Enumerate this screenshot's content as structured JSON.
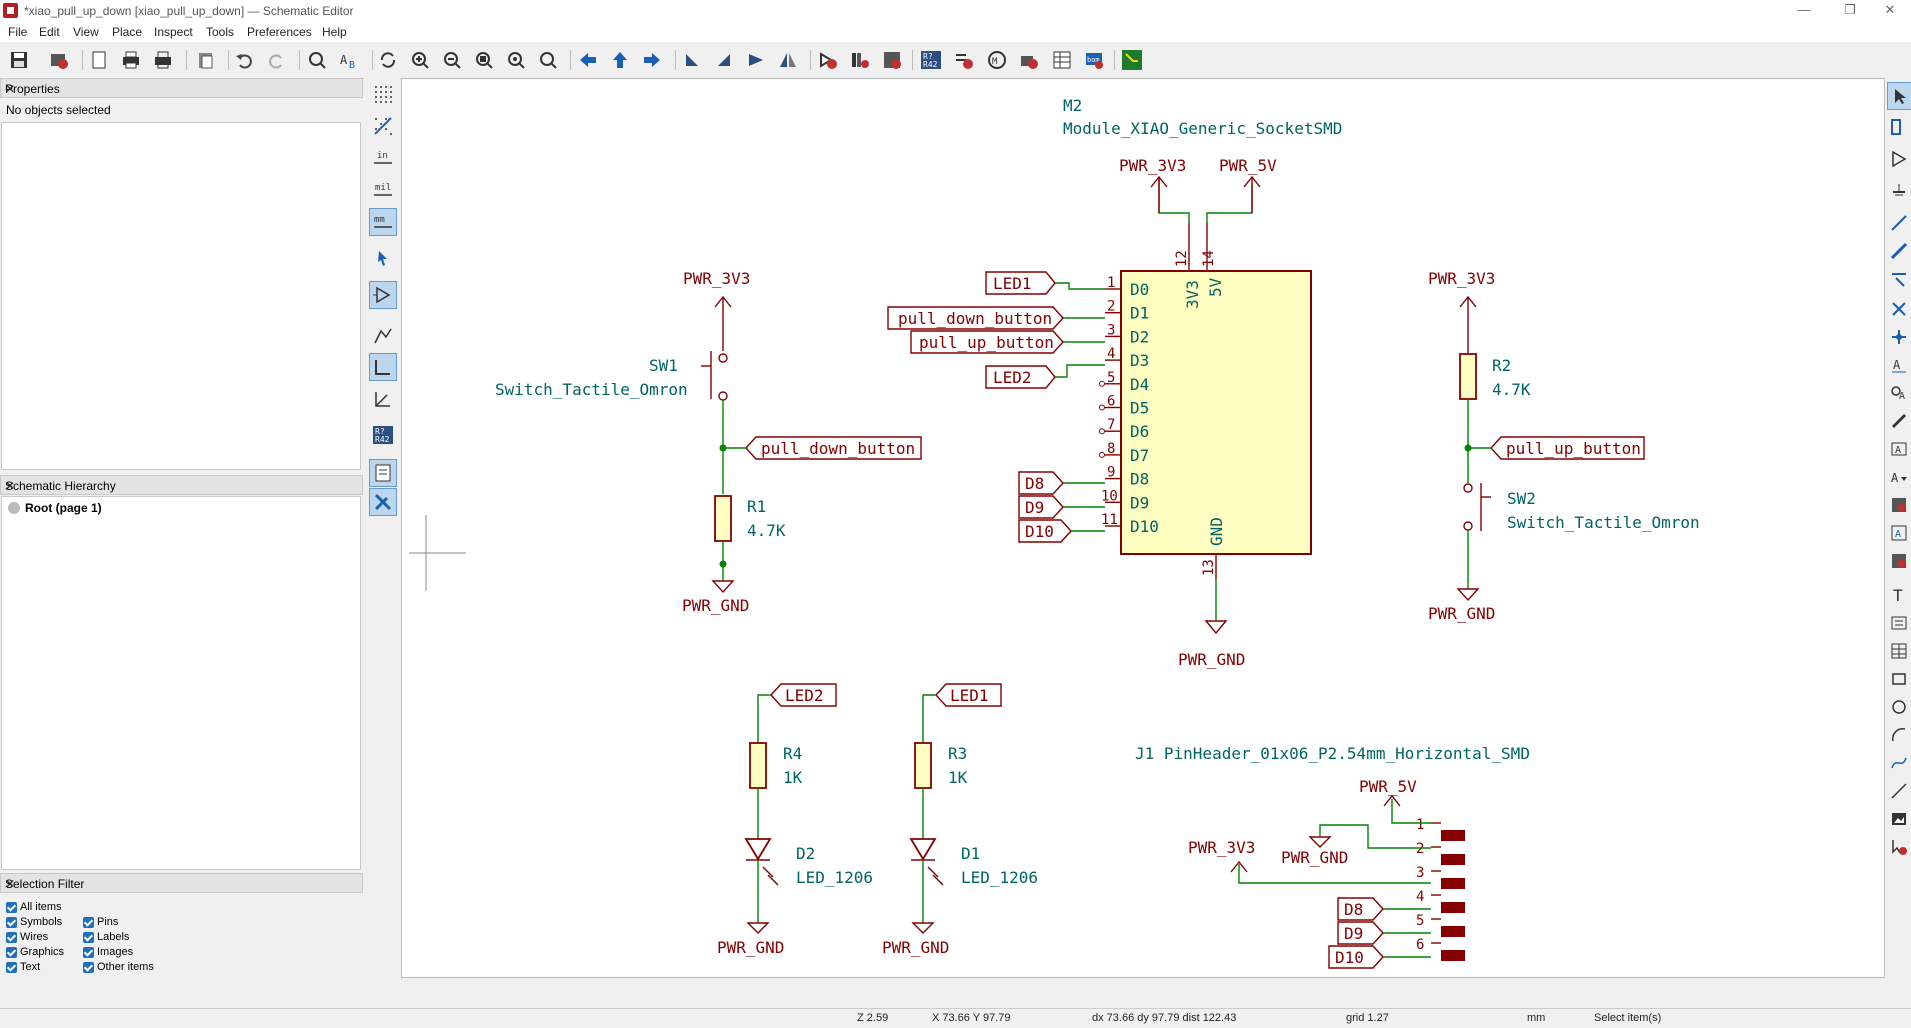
{
  "window": {
    "title": "*xiao_pull_up_down [xiao_pull_up_down] — Schematic Editor"
  },
  "menu": [
    "File",
    "Edit",
    "View",
    "Place",
    "Inspect",
    "Tools",
    "Preferences",
    "Help"
  ],
  "properties": {
    "title": "Properties",
    "status": "No objects selected"
  },
  "hierarchy": {
    "title": "Schematic Hierarchy",
    "root": "Root (page 1)"
  },
  "filter": {
    "title": "Selection Filter",
    "left": [
      "All items",
      "Symbols",
      "Wires",
      "Graphics",
      "Text"
    ],
    "right": [
      "Pins",
      "Labels",
      "Images",
      "Other items"
    ]
  },
  "vtool": {
    "in": "in",
    "mil": "mil",
    "mm": "mm"
  },
  "status": {
    "zoom": "Z 2.59",
    "xy": "X 73.66  Y 97.79",
    "dist": "dx 73.66  dy 97.79  dist 122.43",
    "grid": "grid 1.27",
    "units": "mm",
    "mode": "Select item(s)"
  },
  "colors": {
    "wire": "#008400",
    "symbol": "#840000",
    "fill": "#ffffc2",
    "text": "#006464",
    "pin": "#840000"
  },
  "schematic": {
    "m2_ref": "M2",
    "m2_value": "Module_XIAO_Generic_SocketSMD",
    "pwr_3v3": "PWR_3V3",
    "pwr_5v": "PWR_5V",
    "pwr_gnd": "PWR_GND",
    "pin_3v3": "3V3",
    "pin_5v": "5V",
    "pin_gnd": "GND",
    "pin12": "12",
    "pin14": "14",
    "pin13": "13",
    "pins_left": [
      {
        "num": "1",
        "name": "D0"
      },
      {
        "num": "2",
        "name": "D1"
      },
      {
        "num": "3",
        "name": "D2"
      },
      {
        "num": "4",
        "name": "D3"
      },
      {
        "num": "5",
        "name": "D4"
      },
      {
        "num": "6",
        "name": "D5"
      },
      {
        "num": "7",
        "name": "D6"
      },
      {
        "num": "8",
        "name": "D7"
      },
      {
        "num": "9",
        "name": "D8"
      },
      {
        "num": "10",
        "name": "D9"
      },
      {
        "num": "11",
        "name": "D10"
      }
    ],
    "led1": "LED1",
    "led2": "LED2",
    "pull_down": "pull_down_button",
    "pull_up": "pull_up_button",
    "d8": "D8",
    "d9": "D9",
    "d10": "D10",
    "sw1_ref": "SW1",
    "sw1_value": "Switch_Tactile_Omron",
    "sw2_ref": "SW2",
    "sw2_value": "Switch_Tactile_Omron",
    "r1_ref": "R1",
    "r1_value": "4.7K",
    "r2_ref": "R2",
    "r2_value": "4.7K",
    "r3_ref": "R3",
    "r3_value": "1K",
    "r4_ref": "R4",
    "r4_value": "1K",
    "d1_ref": "D1",
    "d1_value": "LED_1206",
    "d2_ref": "D2",
    "d2_value": "LED_1206",
    "j1_label": "J1 PinHeader_01x06_P2.54mm_Horizontal_SMD",
    "j1_pins": [
      "1",
      "2",
      "3",
      "4",
      "5",
      "6"
    ]
  }
}
